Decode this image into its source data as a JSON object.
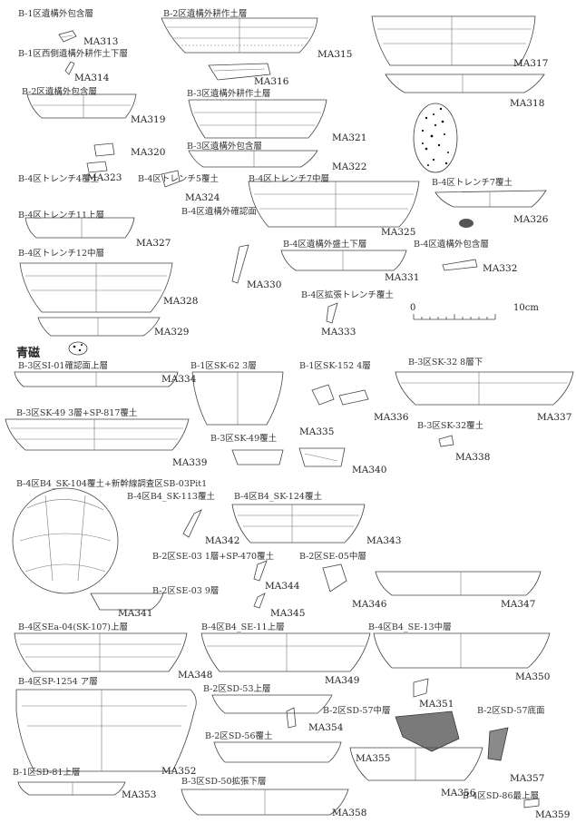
{
  "labels": [
    "B-1区遺構外包含層",
    "B-2区遺構外耕作土層",
    "B-1区西側遺構外耕作土下層",
    "B-2区遺構外包含層",
    "B-3区遺構外耕作土層",
    "B-3区遺構外包含層",
    "B-4区トレンチ4覆土",
    "B-4区トレンチ5覆土",
    "B-4区トレンチ7中層",
    "B-4区トレンチ7覆土",
    "B-4区トレンチ11上層",
    "B-4区遺構外確認面",
    "B-4区遺構外盛土下層",
    "B-4区遺構外包含層",
    "B-4区トレンチ12中層",
    "B-4区拡張トレンチ覆土",
    "B-3区SI-01確認面上層",
    "B-1区SK-62 3層",
    "B-1区SK-152 4層",
    "B-3区SK-32 8層下",
    "B-3区SK-49 3層+SP-817覆土",
    "B-3区SK-32覆土",
    "B-3区SK-49覆土",
    "B-4区B4_SK-104覆土+新幹線調査区SB-03Pit1",
    "B-4区B4_SK-113覆土",
    "B-4区B4_SK-124覆土",
    "B-2区SE-03 1層+SP-470覆土",
    "B-2区SE-05中層",
    "B-2区SE-03 9層",
    "B-4区SEa-04(SK-107)上層",
    "B-4区B4_SE-11上層",
    "B-4区B4_SE-13中層",
    "B-4区SP-1254 ア層",
    "B-2区SD-53上層",
    "B-2区SD-57中層",
    "B-2区SD-57底面",
    "B-2区SD-56覆土",
    "B-1区SD-81上層",
    "B-3区SD-50拡張下層",
    "B-4区SD-86最上層"
  ],
  "codes": [
    "MA313",
    "MA314",
    "MA315",
    "MA316",
    "MA317",
    "MA318",
    "MA319",
    "MA320",
    "MA321",
    "MA322",
    "MA323",
    "MA324",
    "MA325",
    "MA326",
    "MA327",
    "MA328",
    "MA329",
    "MA330",
    "MA331",
    "MA332",
    "MA333",
    "MA334",
    "MA335",
    "MA336",
    "MA337",
    "MA338",
    "MA339",
    "MA340",
    "MA341",
    "MA342",
    "MA343",
    "MA344",
    "MA345",
    "MA346",
    "MA347",
    "MA348",
    "MA349",
    "MA350",
    "MA351",
    "MA352",
    "MA353",
    "MA354",
    "MA355",
    "MA356",
    "MA357",
    "MA358",
    "MA359"
  ],
  "section_title": "青磁",
  "scale": {
    "zero": "0",
    "max": "10cm"
  }
}
